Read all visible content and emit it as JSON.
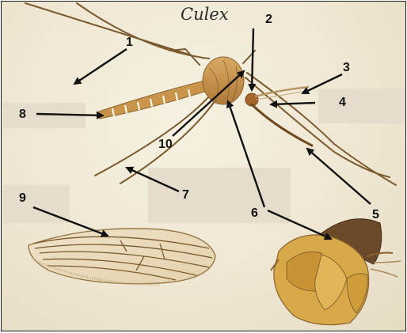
{
  "title": "Culex",
  "labels": [
    "1",
    "2",
    "3",
    "4",
    "5",
    "6",
    "7",
    "8",
    "9",
    "10"
  ],
  "colors": {
    "background": "#efe8d6",
    "body": "#c8954a",
    "leg": "#7a5a2e",
    "arrow": "#111111",
    "blank_box": "#e6dccb"
  }
}
